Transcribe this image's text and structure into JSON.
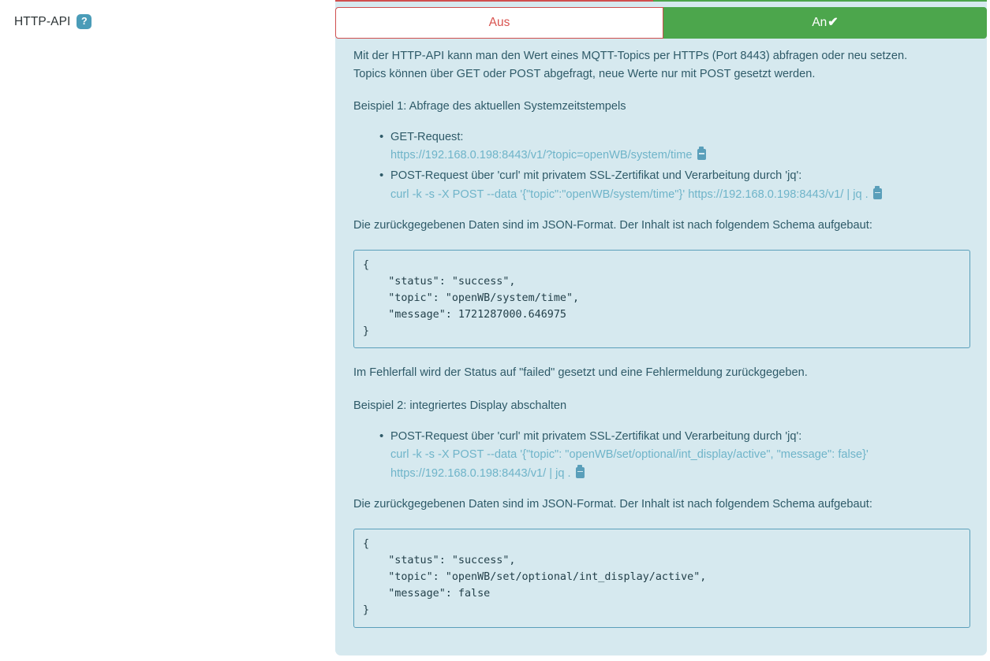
{
  "setting": {
    "label": "HTTP-API",
    "help_icon_glyph": "?",
    "help_icon_color": "#4a9cb8"
  },
  "toggle": {
    "off_label": "Aus",
    "on_label": "An",
    "on_check_glyph": "✔",
    "selected": "An",
    "off_color": "#d9534f",
    "on_color": "#4ca64c"
  },
  "doc": {
    "intro_line1": "Mit der HTTP-API kann man den Wert eines MQTT-Topics per HTTPs (Port 8443) abfragen oder neu setzen.",
    "intro_line2": "Topics können über GET oder POST abgefragt, neue Werte nur mit POST gesetzt werden.",
    "example1_heading": "Beispiel 1: Abfrage des aktuellen Systemzeitstempels",
    "example1_items": [
      {
        "label": "GET-Request:",
        "command": "https://192.168.0.198:8443/v1/?topic=openWB/system/time",
        "copy_icon": "clipboard-icon"
      },
      {
        "label": "POST-Request über 'curl' mit privatem SSL-Zertifikat und Verarbeitung durch 'jq':",
        "command": "curl -k -s -X POST --data '{\"topic\":\"openWB/system/time\"}' https://192.168.0.198:8443/v1/ | jq .",
        "copy_icon": "clipboard-icon"
      }
    ],
    "schema_note": "Die zurückgegebenen Daten sind im JSON-Format. Der Inhalt ist nach folgendem Schema aufgebaut:",
    "code_block_1": "{\n    \"status\": \"success\",\n    \"topic\": \"openWB/system/time\",\n    \"message\": 1721287000.646975\n}",
    "error_note": "Im Fehlerfall wird der Status auf \"failed\" gesetzt und eine Fehlermeldung zurückgegeben.",
    "example2_heading": "Beispiel 2: integriertes Display abschalten",
    "example2_items": [
      {
        "label": "POST-Request über 'curl' mit privatem SSL-Zertifikat und Verarbeitung durch 'jq':",
        "command_line1": "curl -k -s -X POST --data '{\"topic\": \"openWB/set/optional/int_display/active\", \"message\": false}'",
        "command_line2": "https://192.168.0.198:8443/v1/ | jq .",
        "copy_icon": "clipboard-icon"
      }
    ],
    "schema_note_2": "Die zurückgegebenen Daten sind im JSON-Format. Der Inhalt ist nach folgendem Schema aufgebaut:",
    "code_block_2": "{\n    \"status\": \"success\",\n    \"topic\": \"openWB/set/optional/int_display/active\",\n    \"message\": false\n}"
  }
}
